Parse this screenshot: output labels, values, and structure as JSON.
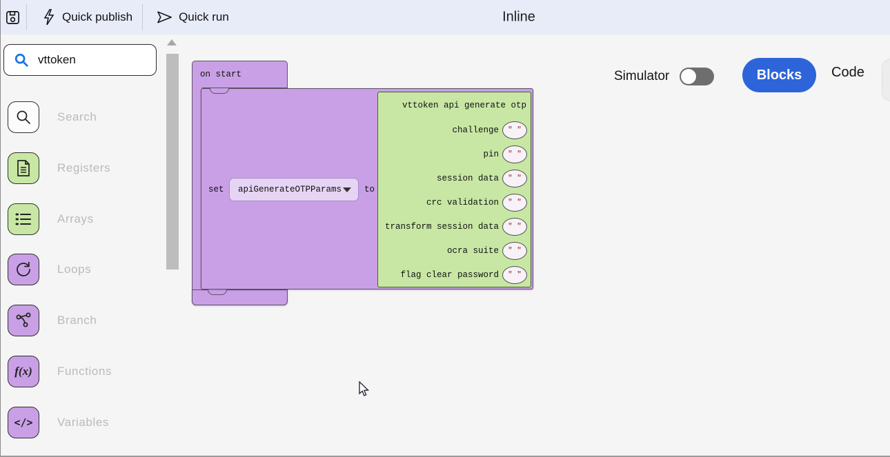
{
  "colors": {
    "topbar_bg": "#e8ebf8",
    "app_bg": "#f5f5f5",
    "accent_blue": "#2d64da",
    "search_icon_blue": "#1a73e8",
    "purple_block": "#c9a0e6",
    "purple_border": "#5a5264",
    "green_block": "#c8e7a4",
    "dropdown_bg": "#e5d4f4",
    "string_red": "#a0202a",
    "label_gray": "#b9babc"
  },
  "topbar": {
    "save_icon": "save-icon",
    "quick_publish_label": "Quick publish",
    "quick_run_label": "Quick run",
    "title": "Inline"
  },
  "sidebar": {
    "search": {
      "value": "vttoken",
      "icon": "search-icon"
    },
    "categories": [
      {
        "label": "Search",
        "icon": "search-icon"
      },
      {
        "label": "Registers",
        "icon": "document-icon"
      },
      {
        "label": "Arrays",
        "icon": "list-icon"
      },
      {
        "label": "Loops",
        "icon": "loop-icon"
      },
      {
        "label": "Branch",
        "icon": "branch-icon"
      },
      {
        "label": "Functions",
        "icon": "function-icon",
        "glyph": "f(x)"
      },
      {
        "label": "Variables",
        "icon": "code-icon",
        "glyph": "</>"
      }
    ]
  },
  "workspace": {
    "on_start_label": "on start",
    "set_label": "set",
    "variable_dropdown_value": "apiGenerateOTPParams",
    "to_label": "to",
    "api_block": {
      "title": "vttoken api generate otp",
      "empty_value": "\" \"",
      "params": [
        "challenge",
        "pin",
        "session data",
        "crc validation",
        "transform session data",
        "ocra suite",
        "flag clear password"
      ]
    }
  },
  "view_controls": {
    "simulator_label": "Simulator",
    "simulator_on": false,
    "blocks_label": "Blocks",
    "code_label": "Code"
  }
}
